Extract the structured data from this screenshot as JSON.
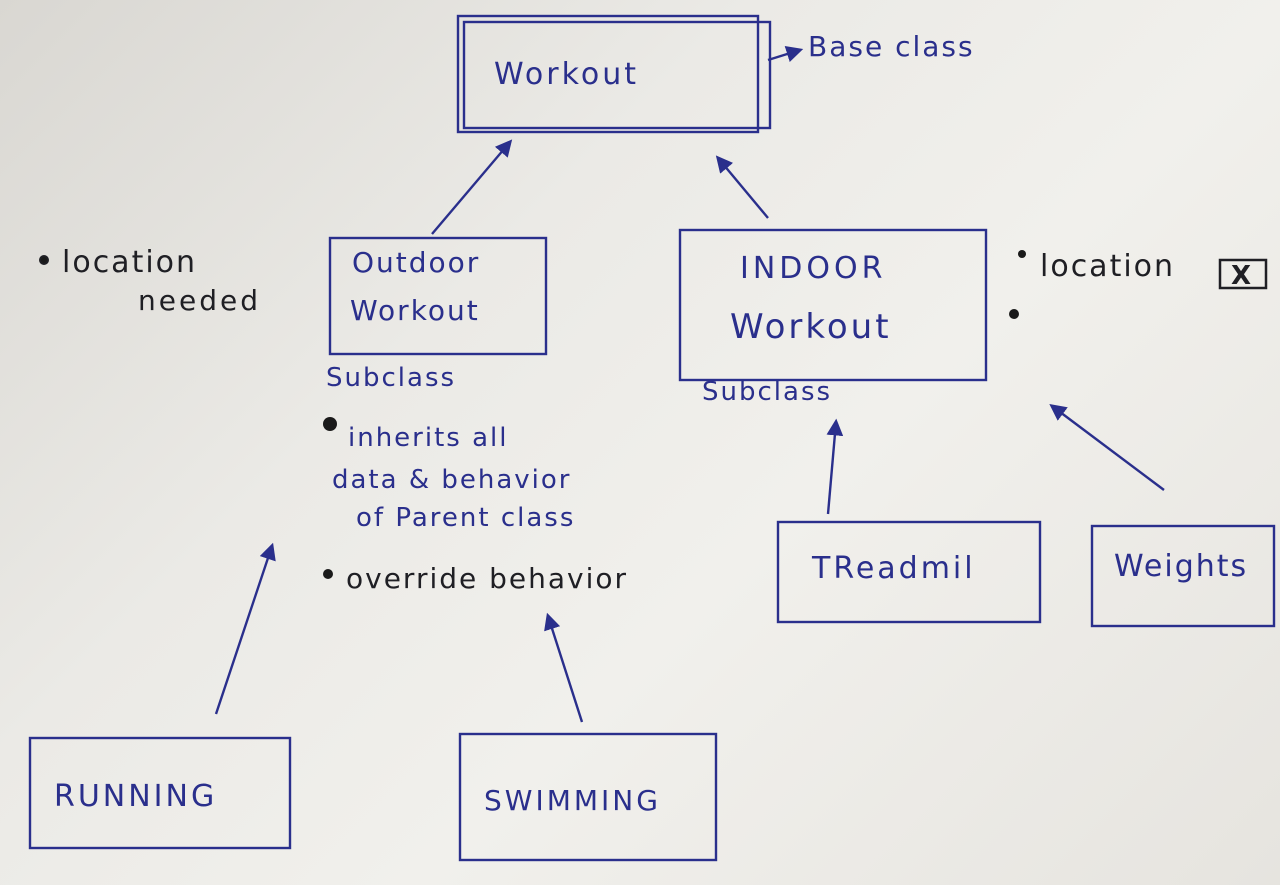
{
  "base": {
    "title": "Workout",
    "annotation": "Base class"
  },
  "outdoor": {
    "title_line1": "Outdoor",
    "title_line2": "Workout",
    "subclass_label": "Subclass",
    "side_note_line1": "location",
    "side_note_line2": "needed",
    "bullets": {
      "inherits_line1": "inherits all",
      "inherits_line2": "data & behavior",
      "inherits_line3": "of Parent class",
      "override": "override behavior"
    }
  },
  "indoor": {
    "title_line1": "INDOOR",
    "title_line2": "Workout",
    "subclass_label": "Subclass",
    "side_note": "location",
    "side_note_mark": "X"
  },
  "leaves": {
    "running": "RUNNING",
    "swimming": "SWIMMING",
    "treadmill": "TReadmil",
    "weights": "Weights"
  },
  "colors": {
    "ink": "#2a2f8c",
    "paper": "#efeeea"
  }
}
